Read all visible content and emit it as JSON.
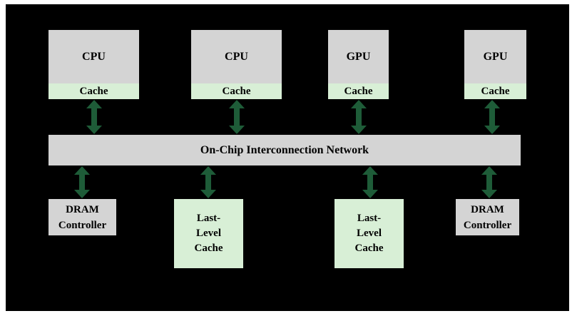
{
  "colors": {
    "background": "#000000",
    "grey_box": "#d4d4d4",
    "green_box": "#d8efd6",
    "arrow": "#1e5c38"
  },
  "processors": [
    {
      "label": "CPU",
      "cache_label": "Cache"
    },
    {
      "label": "CPU",
      "cache_label": "Cache"
    },
    {
      "label": "GPU",
      "cache_label": "Cache"
    },
    {
      "label": "GPU",
      "cache_label": "Cache"
    }
  ],
  "interconnect": {
    "label": "On-Chip Interconnection Network"
  },
  "memory_nodes": [
    {
      "type": "dram",
      "label": "DRAM\nController"
    },
    {
      "type": "llc",
      "label": "Last-\nLevel\nCache"
    },
    {
      "type": "llc",
      "label": "Last-\nLevel\nCache"
    },
    {
      "type": "dram",
      "label": "DRAM\nController"
    }
  ],
  "connections": [
    {
      "from": "processors.0",
      "to": "interconnect",
      "direction": "bidirectional"
    },
    {
      "from": "processors.1",
      "to": "interconnect",
      "direction": "bidirectional"
    },
    {
      "from": "processors.2",
      "to": "interconnect",
      "direction": "bidirectional"
    },
    {
      "from": "processors.3",
      "to": "interconnect",
      "direction": "bidirectional"
    },
    {
      "from": "interconnect",
      "to": "memory_nodes.0",
      "direction": "bidirectional"
    },
    {
      "from": "interconnect",
      "to": "memory_nodes.1",
      "direction": "bidirectional"
    },
    {
      "from": "interconnect",
      "to": "memory_nodes.2",
      "direction": "bidirectional"
    },
    {
      "from": "interconnect",
      "to": "memory_nodes.3",
      "direction": "bidirectional"
    }
  ]
}
